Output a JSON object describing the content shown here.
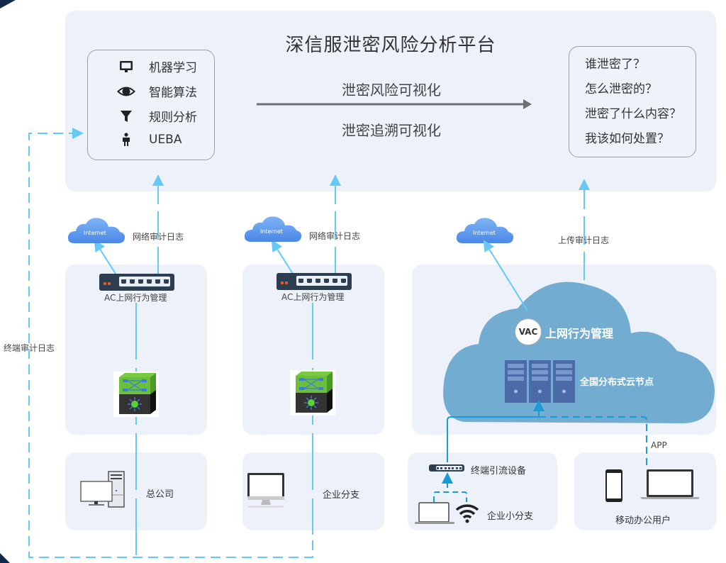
{
  "platform": {
    "title": "深信服泄密风险分析平台",
    "features": [
      {
        "icon": "monitor-icon",
        "label": "机器学习"
      },
      {
        "icon": "eye-icon",
        "label": "智能算法"
      },
      {
        "icon": "filter-icon",
        "label": "规则分析"
      },
      {
        "icon": "person-icon",
        "label": "UEBA"
      }
    ],
    "flow_top_label": "泄密风险可视化",
    "flow_bottom_label": "泄密追溯可视化",
    "questions": [
      "谁泄密了？",
      "怎么泄密的？",
      "泄密了什么内容？",
      "我该如何处置？"
    ]
  },
  "left_side_label": "终端审计日志",
  "branches": [
    {
      "internet_label": "Internet",
      "log_label": "网络审计日志",
      "gateway_label": "AC上网行为管理",
      "site_label": "总公司",
      "device": "desktop-tower-icon"
    },
    {
      "internet_label": "Internet",
      "log_label": "网络审计日志",
      "gateway_label": "AC上网行为管理",
      "site_label": "企业分支",
      "device": "imac-icon"
    }
  ],
  "cloud_section": {
    "internet_label": "Internet",
    "upload_label": "上传审计日志",
    "vac_badge": "VAC",
    "vac_label": "上网行为管理",
    "nodes_label": "全国分布式云节点",
    "app_label": "APP"
  },
  "small_branch": {
    "device_label": "终端引流设备",
    "site_label": "企业小分支"
  },
  "mobile": {
    "site_label": "移动办公用户"
  },
  "colors": {
    "panel_bg": "#edf2fa",
    "line_blue": "#66c8f5",
    "dark_line_blue": "#1a9ad6",
    "cloud_blue": "#72acd0",
    "server_blue": "#4a6aa8",
    "internet_cloud": "#5b95ea",
    "switch_dark": "#2c3e50",
    "corner_navy": "#0f2a4a"
  }
}
